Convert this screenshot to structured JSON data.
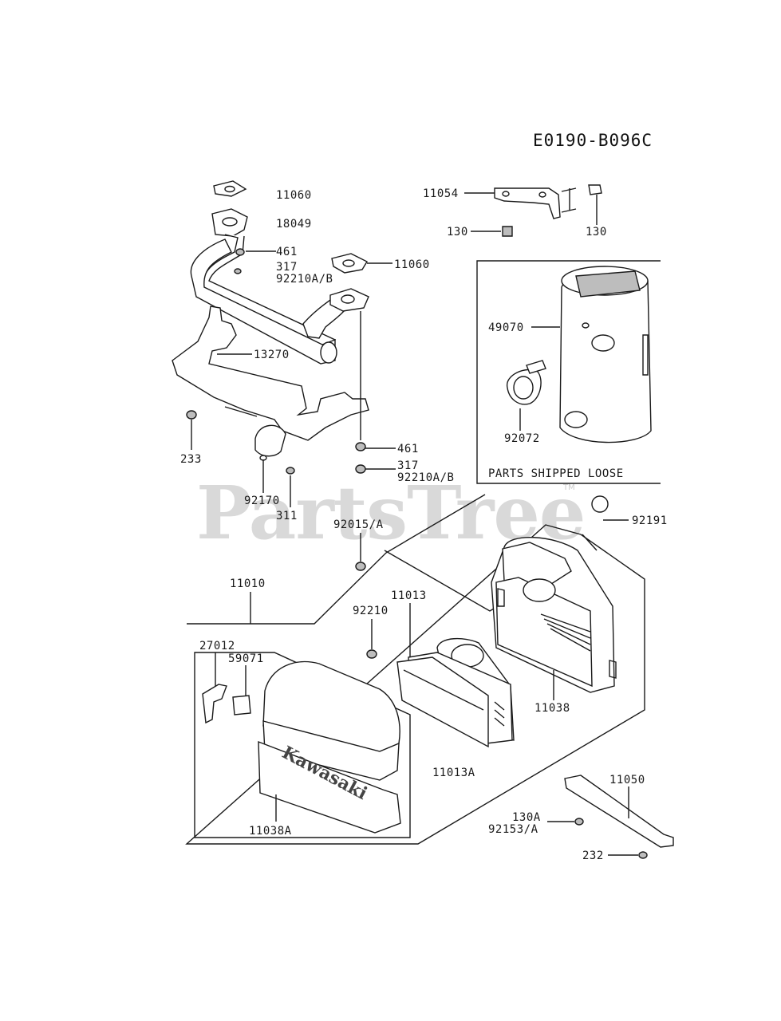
{
  "diagram_code": "E0190-B096C",
  "watermark": "PartsTree",
  "watermark_tm": "TM",
  "box_caption": "PARTS SHIPPED LOOSE",
  "brand_text": "Kawasaki",
  "labels": {
    "p11060a": "11060",
    "p18049": "18049",
    "p461a": "461",
    "p317a": "317",
    "p92210ab_a": "92210A/B",
    "p11060b": "11060",
    "p13270": "13270",
    "p233": "233",
    "p461b": "461",
    "p317b": "317",
    "p92210ab_b": "92210A/B",
    "p92170": "92170",
    "p311": "311",
    "p11054": "11054",
    "p130a": "130",
    "p130b": "130",
    "p49070": "49070",
    "p92072": "92072",
    "p92191": "92191",
    "p92015": "92015/A",
    "p11010": "11010",
    "p11013": "11013",
    "p92210": "92210",
    "p27012": "27012",
    "p59071": "59071",
    "p11038": "11038",
    "p11013a": "11013A",
    "p11038a": "11038A",
    "p11050": "11050",
    "p130A": "130A",
    "p92153": "92153/A",
    "p232": "232"
  }
}
